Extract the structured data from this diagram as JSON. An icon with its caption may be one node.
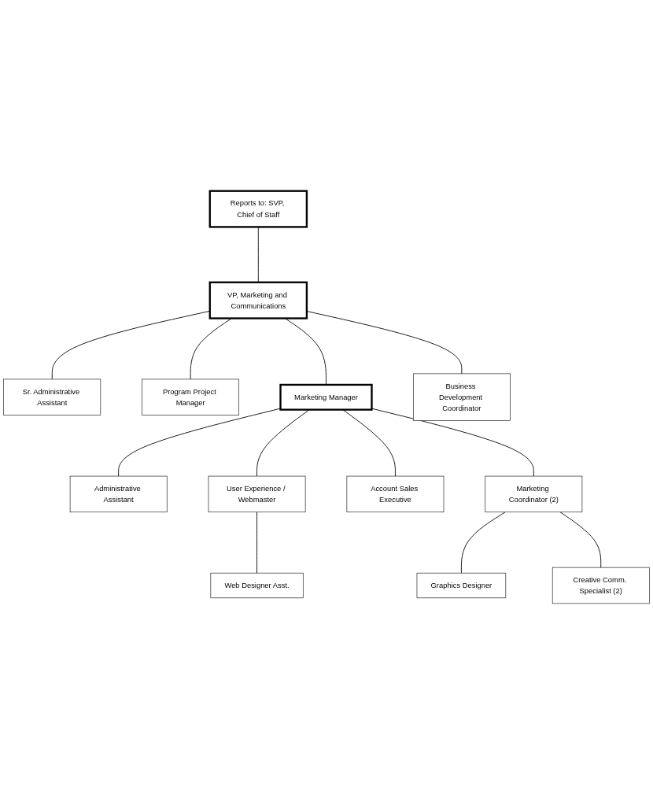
{
  "diagram": {
    "nodes": [
      {
        "text": [
          "Reports to: SVP, Chief of Staff"
        ]
      },
      {
        "text": [
          "VP, Marketing and Communications"
        ]
      },
      {
        "text": [
          "Sr. Administrative Assistant"
        ]
      },
      {
        "text": [
          "Program Project Manager"
        ]
      },
      {
        "text": [
          "Marketing Manager"
        ]
      },
      {
        "text": [
          "Business Development Coordinator"
        ]
      },
      {
        "text": [
          "Administrative Assistant"
        ]
      },
      {
        "text": [
          "User Experience / Webmaster"
        ]
      },
      {
        "text": [
          "Account Sales Executive"
        ]
      },
      {
        "text": [
          "Marketing Coordinator (2)"
        ]
      },
      {
        "text": [
          "Web Designer Asst."
        ]
      },
      {
        "text": [
          "Graphics Designer"
        ]
      },
      {
        "text": [
          "Creative Comm. Specialist (2)"
        ]
      }
    ],
    "edges": [
      {
        "from": 0,
        "to": 1,
        "arrow": "none"
      },
      {
        "from": 1,
        "to": 2,
        "arrow": "none"
      },
      {
        "from": 1,
        "to": 3,
        "arrow": "none"
      },
      {
        "from": 1,
        "to": 4,
        "arrow": "none"
      },
      {
        "from": 1,
        "to": 5,
        "arrow": "none"
      },
      {
        "from": 4,
        "to": 6,
        "arrow": "none"
      },
      {
        "from": 4,
        "to": 7,
        "arrow": "none"
      },
      {
        "from": 4,
        "to": 8,
        "arrow": "none"
      },
      {
        "from": 4,
        "to": 9,
        "arrow": "none"
      },
      {
        "from": 7,
        "to": 10,
        "arrow": "none"
      },
      {
        "from": 9,
        "to": 11,
        "arrow": "none"
      },
      {
        "from": 9,
        "to": 12,
        "arrow": "none"
      }
    ]
  }
}
